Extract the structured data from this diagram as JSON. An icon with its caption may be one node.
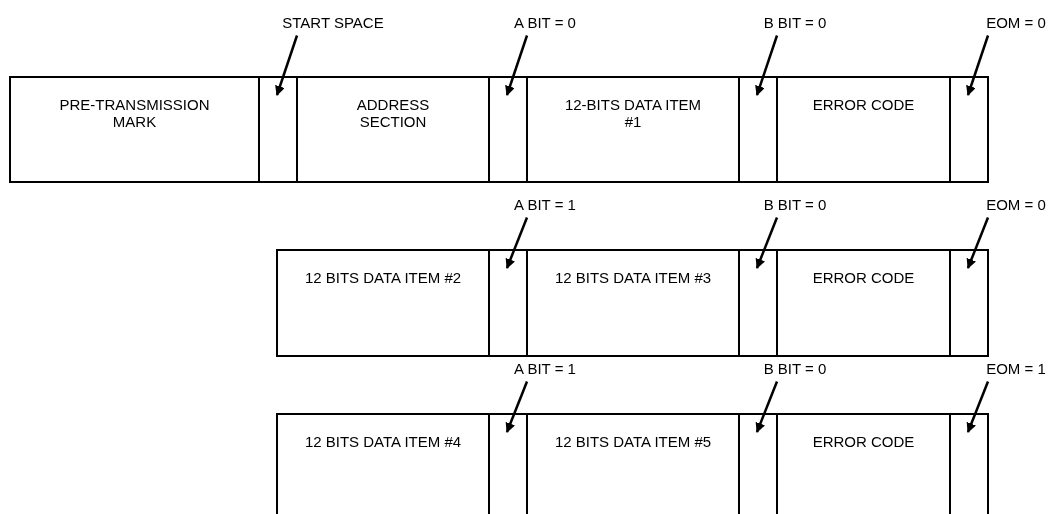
{
  "diagram": {
    "nodes": [
      {
        "text": [
          "START SPACE"
        ]
      },
      {
        "text": [
          "A BIT = 0"
        ]
      },
      {
        "text": [
          "B BIT = 0"
        ]
      },
      {
        "text": [
          "EOM = 0"
        ]
      },
      {
        "text": [
          "PRE-TRANSMISSION MARK"
        ]
      },
      {
        "text": [],
        "shape": "box"
      },
      {
        "text": [
          "ADDRESS SECTION"
        ]
      },
      {
        "text": [],
        "shape": "box"
      },
      {
        "text": [
          "12-BITS DATA ITEM #1"
        ]
      },
      {
        "text": [],
        "shape": "box"
      },
      {
        "text": [
          "ERROR CODE"
        ]
      },
      {
        "text": [],
        "shape": "box"
      },
      {
        "text": [
          "A BIT = 1"
        ]
      },
      {
        "text": [
          "B BIT = 0"
        ]
      },
      {
        "text": [
          "EOM = 0"
        ]
      },
      {
        "text": [
          "12 BITS DATA ITEM #2"
        ]
      },
      {
        "text": [],
        "shape": "box"
      },
      {
        "text": [
          "12 BITS DATA ITEM #3"
        ]
      },
      {
        "text": [],
        "shape": "box"
      },
      {
        "text": [
          "ERROR CODE"
        ]
      },
      {
        "text": [],
        "shape": "box"
      },
      {
        "text": [
          "A BIT = 1"
        ]
      },
      {
        "text": [
          "B BIT = 0"
        ]
      },
      {
        "text": [
          "EOM = 1"
        ]
      },
      {
        "text": [
          "12 BITS DATA ITEM #4"
        ]
      },
      {
        "text": [],
        "shape": "box"
      },
      {
        "text": [
          "12 BITS DATA ITEM #5"
        ]
      },
      {
        "text": [],
        "shape": "box"
      },
      {
        "text": [
          "ERROR CODE"
        ]
      },
      {
        "text": [],
        "shape": "box"
      }
    ],
    "edges": [
      {
        "from": 0,
        "to": 5,
        "arrow": "to"
      },
      {
        "from": 1,
        "to": 7,
        "arrow": "to"
      },
      {
        "from": 2,
        "to": 9,
        "arrow": "to"
      },
      {
        "from": 3,
        "to": 11,
        "arrow": "to"
      },
      {
        "from": 12,
        "to": 16,
        "arrow": "to"
      },
      {
        "from": 13,
        "to": 18,
        "arrow": "to"
      },
      {
        "from": 14,
        "to": 20,
        "arrow": "to"
      },
      {
        "from": 21,
        "to": 25,
        "arrow": "to"
      },
      {
        "from": 22,
        "to": 27,
        "arrow": "to"
      },
      {
        "from": 23,
        "to": 29,
        "arrow": "to"
      }
    ]
  }
}
